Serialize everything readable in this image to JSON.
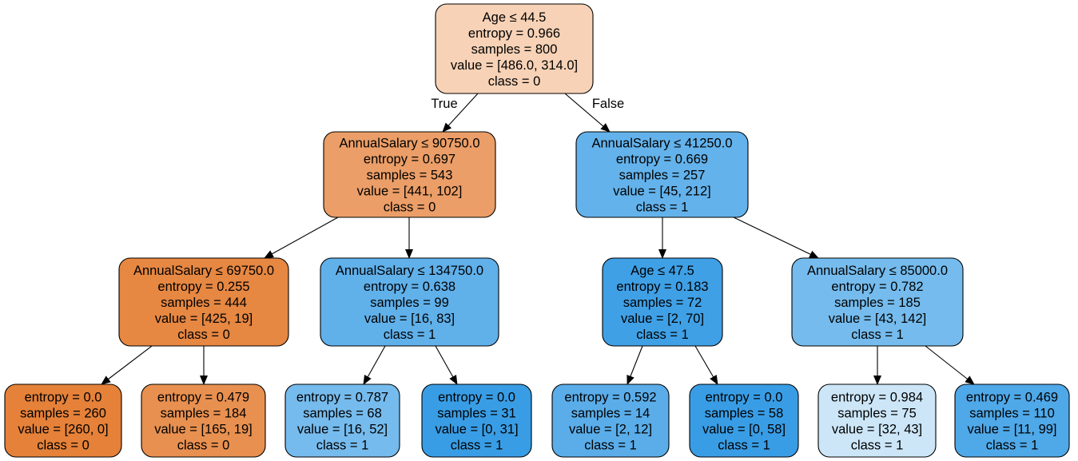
{
  "tree": {
    "nodes": [
      {
        "id": "n0",
        "lines": [
          "Age ≤ 44.5",
          "entropy = 0.966",
          "samples = 800",
          "value = [486.0, 314.0]",
          "class = 0"
        ],
        "fill": "#f7d2b6"
      },
      {
        "id": "n1",
        "lines": [
          "AnnualSalary ≤ 90750.0",
          "entropy = 0.697",
          "samples = 543",
          "value = [441, 102]",
          "class = 0"
        ],
        "fill": "#eb9e67"
      },
      {
        "id": "n2",
        "lines": [
          "AnnualSalary ≤ 41250.0",
          "entropy = 0.669",
          "samples = 257",
          "value = [45, 212]",
          "class = 1"
        ],
        "fill": "#63b2eb"
      },
      {
        "id": "n3",
        "lines": [
          "AnnualSalary ≤ 69750.0",
          "entropy = 0.255",
          "samples = 444",
          "value = [425, 19]",
          "class = 0"
        ],
        "fill": "#e68742"
      },
      {
        "id": "n4",
        "lines": [
          "AnnualSalary ≤ 134750.0",
          "entropy = 0.638",
          "samples = 99",
          "value = [16, 83]",
          "class = 1"
        ],
        "fill": "#60b0ea"
      },
      {
        "id": "n5",
        "lines": [
          "Age ≤ 47.5",
          "entropy = 0.183",
          "samples = 72",
          "value = [2, 70]",
          "class = 1"
        ],
        "fill": "#3fa0e6"
      },
      {
        "id": "n6",
        "lines": [
          "AnnualSalary ≤ 85000.0",
          "entropy = 0.782",
          "samples = 185",
          "value = [43, 142]",
          "class = 1"
        ],
        "fill": "#75bbed"
      },
      {
        "id": "n7",
        "lines": [
          "entropy = 0.0",
          "samples = 260",
          "value = [260, 0]",
          "class = 0"
        ],
        "fill": "#e58139"
      },
      {
        "id": "n8",
        "lines": [
          "entropy = 0.479",
          "samples = 184",
          "value = [165, 19]",
          "class = 0"
        ],
        "fill": "#e89050"
      },
      {
        "id": "n9",
        "lines": [
          "entropy = 0.787",
          "samples = 68",
          "value = [16, 52]",
          "class = 1"
        ],
        "fill": "#76bbed"
      },
      {
        "id": "n10",
        "lines": [
          "entropy = 0.0",
          "samples = 31",
          "value = [0, 31]",
          "class = 1"
        ],
        "fill": "#399de5"
      },
      {
        "id": "n11",
        "lines": [
          "entropy = 0.592",
          "samples = 14",
          "value = [2, 12]",
          "class = 1"
        ],
        "fill": "#5aade9"
      },
      {
        "id": "n12",
        "lines": [
          "entropy = 0.0",
          "samples = 58",
          "value = [0, 58]",
          "class = 1"
        ],
        "fill": "#399de5"
      },
      {
        "id": "n13",
        "lines": [
          "entropy = 0.984",
          "samples = 75",
          "value = [32, 43]",
          "class = 1"
        ],
        "fill": "#cce6f8"
      },
      {
        "id": "n14",
        "lines": [
          "entropy = 0.469",
          "samples = 110",
          "value = [11, 99]",
          "class = 1"
        ],
        "fill": "#4fa8e8"
      }
    ],
    "edges": [
      {
        "from": "n0",
        "to": "n1",
        "label": "True"
      },
      {
        "from": "n0",
        "to": "n2",
        "label": "False"
      },
      {
        "from": "n1",
        "to": "n3",
        "label": ""
      },
      {
        "from": "n1",
        "to": "n4",
        "label": ""
      },
      {
        "from": "n2",
        "to": "n5",
        "label": ""
      },
      {
        "from": "n2",
        "to": "n6",
        "label": ""
      },
      {
        "from": "n3",
        "to": "n7",
        "label": ""
      },
      {
        "from": "n3",
        "to": "n8",
        "label": ""
      },
      {
        "from": "n4",
        "to": "n9",
        "label": ""
      },
      {
        "from": "n4",
        "to": "n10",
        "label": ""
      },
      {
        "from": "n5",
        "to": "n11",
        "label": ""
      },
      {
        "from": "n5",
        "to": "n12",
        "label": ""
      },
      {
        "from": "n6",
        "to": "n13",
        "label": ""
      },
      {
        "from": "n6",
        "to": "n14",
        "label": ""
      }
    ]
  }
}
